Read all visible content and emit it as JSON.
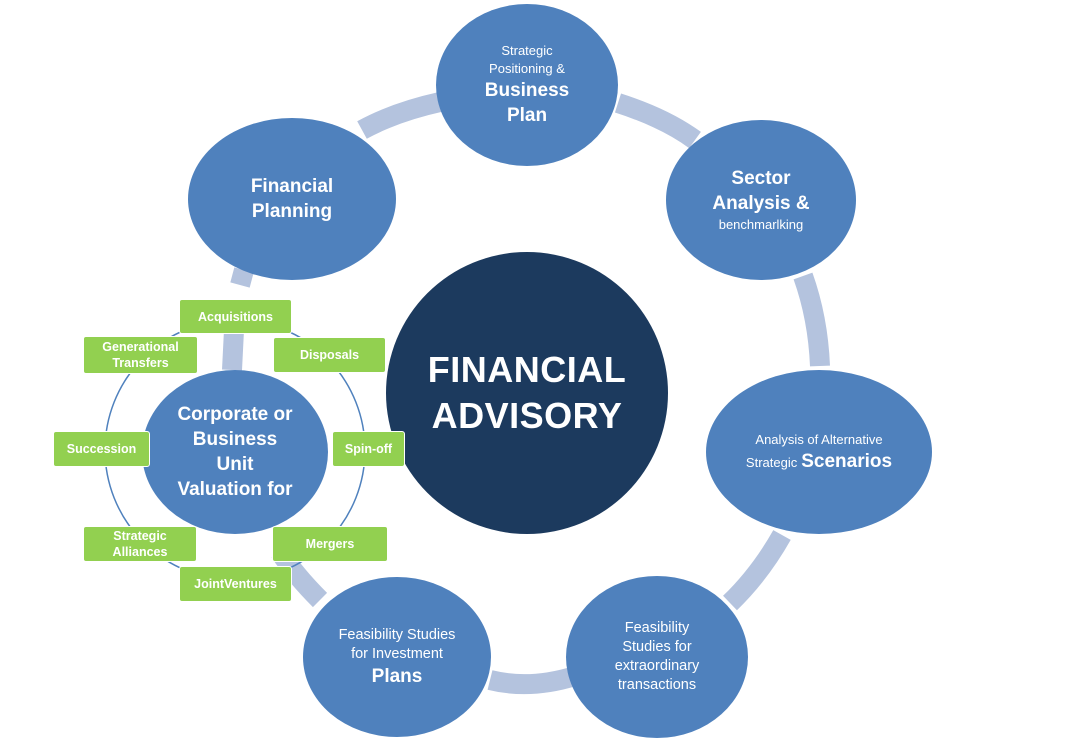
{
  "center": {
    "line1": "FINANCIAL",
    "line2": "ADVISORY"
  },
  "nodes": {
    "strategic_positioning": {
      "line1": "Strategic",
      "line2": "Positioning &",
      "line3": "Business",
      "line4": "Plan"
    },
    "sector_analysis": {
      "line1": "Sector",
      "line2": "Analysis &",
      "line3": "benchmarlking"
    },
    "alternative_scenarios": {
      "line1": "Analysis of Alternative",
      "line2": "Strategic",
      "line3": "Scenarios"
    },
    "feasibility_extraordinary": {
      "line1": "Feasibility",
      "line2": "Studies for",
      "line3": "extraordinary",
      "line4": "transactions"
    },
    "feasibility_investment": {
      "line1": "Feasibility Studies",
      "line2": "for Investment",
      "line3": "Plans"
    },
    "valuation": {
      "line1": "Corporate or",
      "line2": "Business",
      "line3": "Unit",
      "line4": "Valuation for"
    },
    "financial_planning": {
      "line1": "Financial",
      "line2": "Planning"
    }
  },
  "tags": {
    "acquisitions": "Acquisitions",
    "disposals": "Disposals",
    "spin_off": "Spin-off",
    "mergers": "Mergers",
    "joint_ventures": "JointVentures",
    "strategic_alliances_1": "Strategic",
    "strategic_alliances_2": "Alliances",
    "succession": "Succession",
    "generational_1": "Generational",
    "generational_2": "Transfers"
  },
  "colors": {
    "node": "#4f81bd",
    "center": "#1c3a5e",
    "ring": "#b4c3de",
    "tag": "#92d050",
    "inner_ring": "#4f81bd"
  }
}
